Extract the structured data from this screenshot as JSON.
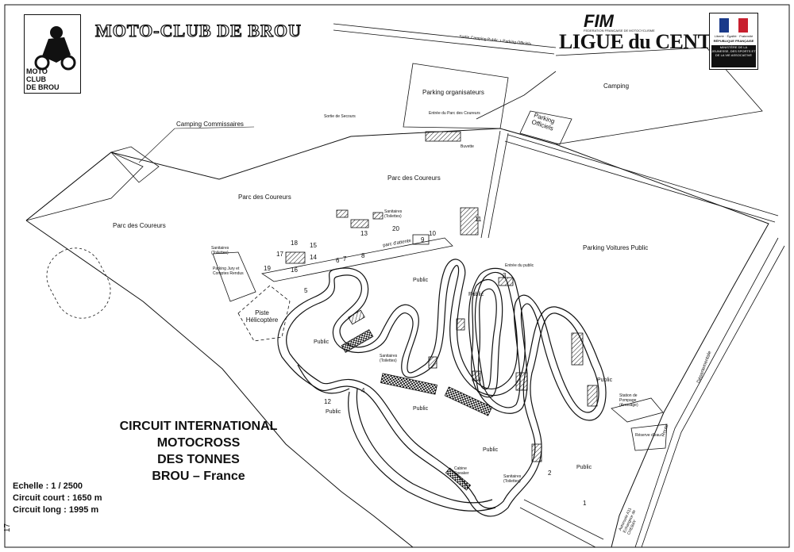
{
  "header": {
    "club_title": "MOTO-CLUB DE BROU",
    "logo_text": [
      "MOTO",
      "CLUB",
      "DE BROU"
    ],
    "fim_logo": "FIM",
    "fim_subtitle": "FEDERATION FRANCAISE DE MOTOCYCLISME",
    "ligue": "LIGUE du CENTRE",
    "ministry_top": "Liberté · Égalité · Fraternité",
    "ministry_republic": "RÉPUBLIQUE FRANÇAISE",
    "ministry_name": "MINISTÈRE DE LA JEUNESSE, DES SPORTS ET DE LA VIE ASSOCIATIVE"
  },
  "circuit": {
    "title_line1": "CIRCUIT INTERNATIONAL MOTOCROSS",
    "title_line2": "DES TONNES",
    "title_line3": "BROU – France",
    "scale": "Echelle : 1 / 2500",
    "short": "Circuit court : 1650 m",
    "long": "Circuit long :   1995 m"
  },
  "page_number": "17",
  "labels": {
    "camping_commissaires": "Camping  Commissaires",
    "parc_coureurs_left": "Parc  des  Coureurs",
    "parc_coureurs_mid": "Parc  des  Coureurs",
    "parc_coureurs_right": "Parc  des  Coureurs",
    "parking_organisateurs": "Parking  organisateurs",
    "camping": "Camping",
    "parking_officiels": "Parking Officiels",
    "parking_voitures": "Parking  Voitures  Public",
    "piste_helicoptere": "Piste Hélicoptère",
    "parking_jury": "Parking Jury et Comptes Rendus",
    "sortie_camping": "Sortie Camping Public + Parking Officiels",
    "sortie_secours": "Sortie de Secours",
    "entree_parc": "Entrée du Parc des Coureurs",
    "entree_public": "Entrée du public",
    "parc_attente": "parc d'attente",
    "sanitaires": "Sanitaires (Toilettes)",
    "departementale": "Départementale",
    "route": "Route",
    "autoroute": "Autoroute A11 Echangeur de CHEBAY",
    "buvette": "Buvette",
    "cabine_speaker": "Cabine Speaker",
    "station_pompage": "Station de Pompage (Arrosage)",
    "reserve_eau": "Réserve d'eau"
  },
  "zones": {
    "public": "Public"
  },
  "numbers": [
    "1",
    "2",
    "3",
    "4",
    "5",
    "6",
    "7",
    "8",
    "9",
    "10",
    "11",
    "12",
    "13",
    "14",
    "15",
    "16",
    "17",
    "18",
    "19",
    "20"
  ]
}
